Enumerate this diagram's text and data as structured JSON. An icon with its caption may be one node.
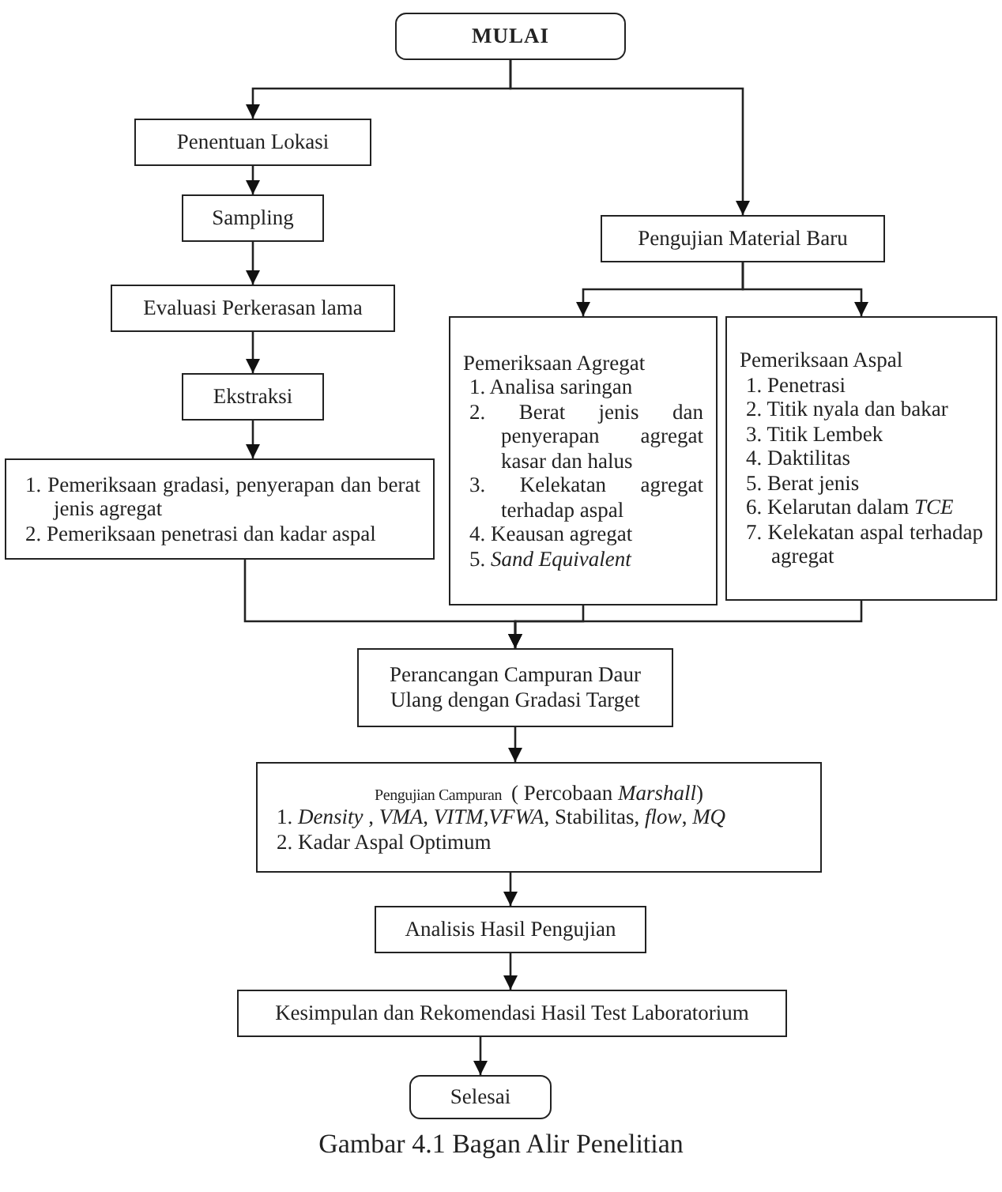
{
  "diagram": {
    "caption": "Gambar 4.1 Bagan Alir Penelitian",
    "nodes": [
      {
        "text": [
          "MULAI"
        ]
      },
      {
        "text": [
          "Penentuan Lokasi"
        ]
      },
      {
        "text": [
          "Sampling"
        ]
      },
      {
        "text": [
          "Evaluasi Perkerasan lama"
        ]
      },
      {
        "text": [
          "Ekstraksi"
        ]
      },
      {
        "text": [
          "1. Pemeriksaan gradasi, penyerapan dan berat jenis agregat",
          "2. Pemeriksaan penetrasi dan kadar aspal"
        ]
      },
      {
        "text": [
          "Pengujian Material Baru"
        ]
      },
      {
        "text": [
          "Pemeriksaan Agregat",
          "1. Analisa saringan",
          "2. Berat jenis dan penyerapan agregat kasar dan halus",
          "3. Kelekatan agregat terhadap aspal",
          "4. Keausan agregat",
          "5. *Sand Equivalent*"
        ]
      },
      {
        "text": [
          "Pemeriksaan Aspal",
          "1. Penetrasi",
          "2. Titik nyala dan bakar",
          "3. Titik Lembek",
          "4. Daktilitas",
          "5. Berat jenis",
          "6. Kelarutan dalam *TCE*",
          "7. Kelekatan aspal terhadap agregat"
        ]
      },
      {
        "text": [
          "Perancangan Campuran Daur Ulang dengan Gradasi Target"
        ]
      },
      {
        "text": [
          "Pengujian Campuran",
          "( Percobaan *Marshall*)",
          "1. *Density* , *VMA*, *VITM*,*VFWA*, Stabilitas, *flow*, *MQ*",
          "2. Kadar Aspal Optimum"
        ]
      },
      {
        "text": [
          "Analisis Hasil Pengujian"
        ]
      },
      {
        "text": [
          "Kesimpulan dan Rekomendasi Hasil Test Laboratorium"
        ]
      },
      {
        "text": [
          "Selesai"
        ]
      }
    ],
    "edges": [
      {
        "from": 0,
        "to": 1,
        "arrow": "to"
      },
      {
        "from": 0,
        "to": 6,
        "arrow": "to"
      },
      {
        "from": 1,
        "to": 2,
        "arrow": "to"
      },
      {
        "from": 2,
        "to": 3,
        "arrow": "to"
      },
      {
        "from": 3,
        "to": 4,
        "arrow": "to"
      },
      {
        "from": 4,
        "to": 5,
        "arrow": "to"
      },
      {
        "from": 6,
        "to": 7,
        "arrow": "to"
      },
      {
        "from": 6,
        "to": 8,
        "arrow": "to"
      },
      {
        "from": 5,
        "to": 9,
        "arrow": "to"
      },
      {
        "from": 7,
        "to": 9,
        "arrow": "to"
      },
      {
        "from": 8,
        "to": 9,
        "arrow": "to"
      },
      {
        "from": 9,
        "to": 10,
        "arrow": "to"
      },
      {
        "from": 10,
        "to": 11,
        "arrow": "to"
      },
      {
        "from": 11,
        "to": 12,
        "arrow": "to"
      },
      {
        "from": 12,
        "to": 13,
        "arrow": "to"
      }
    ]
  }
}
